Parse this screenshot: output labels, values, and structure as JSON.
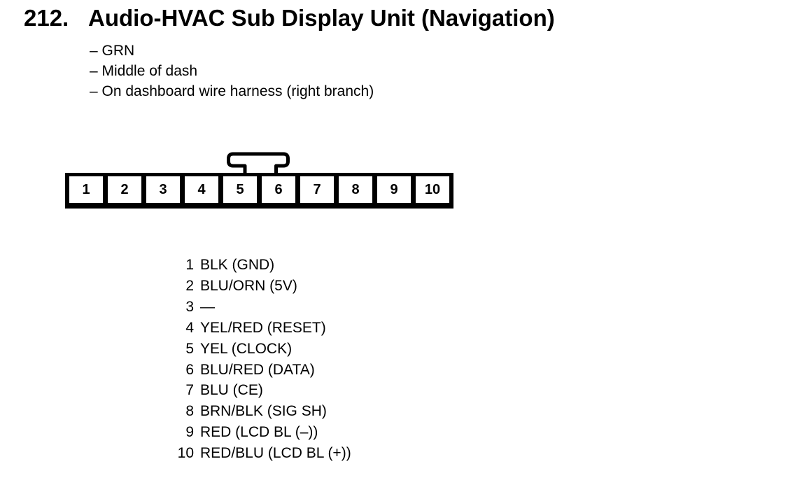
{
  "header": {
    "number": "212.",
    "title": "Audio-HVAC Sub Display Unit (Navigation)"
  },
  "notes": [
    "– GRN",
    "– Middle of dash",
    "– On dashboard wire harness (right branch)"
  ],
  "connector": {
    "pins": [
      "1",
      "2",
      "3",
      "4",
      "5",
      "6",
      "7",
      "8",
      "9",
      "10"
    ]
  },
  "pinout": [
    {
      "pin": "1",
      "label": "BLK (GND)"
    },
    {
      "pin": "2",
      "label": "BLU/ORN (5V)"
    },
    {
      "pin": "3",
      "label": "—"
    },
    {
      "pin": "4",
      "label": "YEL/RED (RESET)"
    },
    {
      "pin": "5",
      "label": "YEL (CLOCK)"
    },
    {
      "pin": "6",
      "label": "BLU/RED (DATA)"
    },
    {
      "pin": "7",
      "label": "BLU (CE)"
    },
    {
      "pin": "8",
      "label": "BRN/BLK (SIG SH)"
    },
    {
      "pin": "9",
      "label": "RED (LCD BL (–))"
    },
    {
      "pin": "10",
      "label": "RED/BLU (LCD BL (+))"
    }
  ],
  "colors": {
    "ink": "#000000",
    "paper": "#ffffff"
  }
}
